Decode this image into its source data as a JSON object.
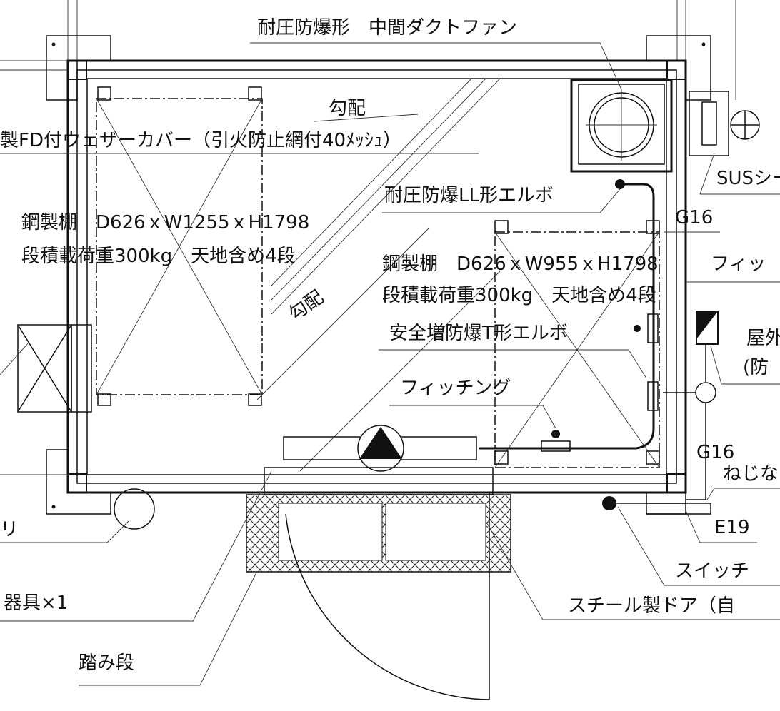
{
  "title": "耐圧防爆形　中間ダクトファン",
  "labels": {
    "slope1": "勾配",
    "slope2": "勾配",
    "weather_cover": "製FD付ウェザーカバー（引火防止網付40ﾒｯｼｭ）",
    "ll_elbow": "耐圧防爆LL形エルボ",
    "sus": "SUSシー",
    "g16_top": "G16",
    "g16_bottom": "G16",
    "shelf1_line1": "鋼製棚　D626ｘW1255ｘH1798",
    "shelf1_line2": "段積載荷重300kg　天地含め4段",
    "shelf2_line1": "鋼製棚　D626ｘW955ｘH1798",
    "shelf2_line2": "段積載荷重300kg　天地含め4段",
    "fitting_right": "フィッ",
    "t_elbow": "安全増防爆T形エルボ",
    "outdoor1": "屋外",
    "outdoor2": "(防",
    "fitting": "フィッチング",
    "screw": "ねじな",
    "e19": "E19",
    "left_cut": "リ",
    "switch": "スイッチ",
    "fixture": "器具×1",
    "steel_door": "スチール製ドア（自",
    "step": "踏み段"
  }
}
